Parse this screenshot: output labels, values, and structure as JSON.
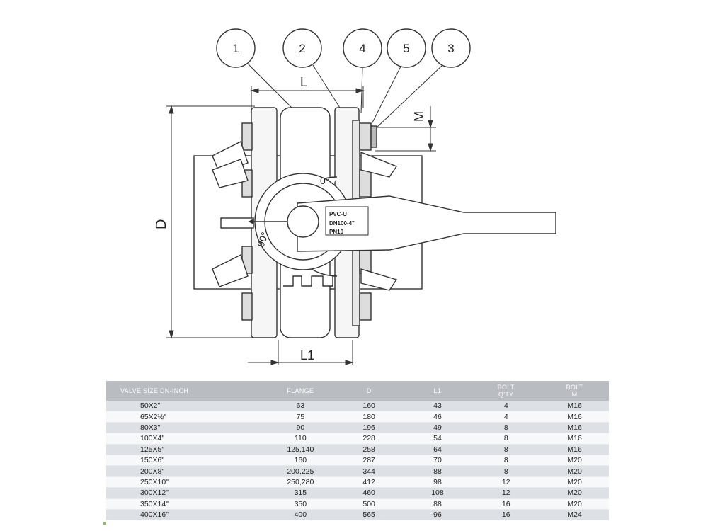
{
  "drawing": {
    "callouts": [
      "1",
      "2",
      "4",
      "5",
      "3"
    ],
    "dim_L": "L",
    "dim_M": "M",
    "dim_D": "D",
    "dim_L1": "L1",
    "dial_zero": "0°",
    "dial_ninety": "90°",
    "plate_line1": "PVC-U",
    "plate_line2": "DN100-4\"",
    "plate_line3": "PN10"
  },
  "table": {
    "headers": {
      "size": "VALVE SIZE DN-INCH",
      "flange": "FLANGE",
      "d": "D",
      "l1": "L1",
      "bolt_qty_1": "BOLT",
      "bolt_qty_2": "Q'TY",
      "bolt_m_1": "BOLT",
      "bolt_m_2": "M"
    },
    "rows": [
      {
        "size": "50X2\"",
        "flange": "63",
        "d": "160",
        "l1": "43",
        "qty": "4",
        "m": "M16"
      },
      {
        "size": "65X2½\"",
        "flange": "75",
        "d": "180",
        "l1": "46",
        "qty": "4",
        "m": "M16"
      },
      {
        "size": "80X3\"",
        "flange": "90",
        "d": "196",
        "l1": "49",
        "qty": "8",
        "m": "M16"
      },
      {
        "size": "100X4\"",
        "flange": "110",
        "d": "228",
        "l1": "54",
        "qty": "8",
        "m": "M16"
      },
      {
        "size": "125X5\"",
        "flange": "125,140",
        "d": "258",
        "l1": "64",
        "qty": "8",
        "m": "M16"
      },
      {
        "size": "150X6\"",
        "flange": "160",
        "d": "287",
        "l1": "70",
        "qty": "8",
        "m": "M20"
      },
      {
        "size": "200X8\"",
        "flange": "200,225",
        "d": "344",
        "l1": "88",
        "qty": "8",
        "m": "M20"
      },
      {
        "size": "250X10\"",
        "flange": "250,280",
        "d": "412",
        "l1": "98",
        "qty": "12",
        "m": "M20"
      },
      {
        "size": "300X12\"",
        "flange": "315",
        "d": "460",
        "l1": "108",
        "qty": "12",
        "m": "M20"
      },
      {
        "size": "350X14\"",
        "flange": "350",
        "d": "500",
        "l1": "88",
        "qty": "16",
        "m": "M20"
      },
      {
        "size": "400X16\"",
        "flange": "400",
        "d": "565",
        "l1": "96",
        "qty": "16",
        "m": "M24"
      }
    ]
  }
}
